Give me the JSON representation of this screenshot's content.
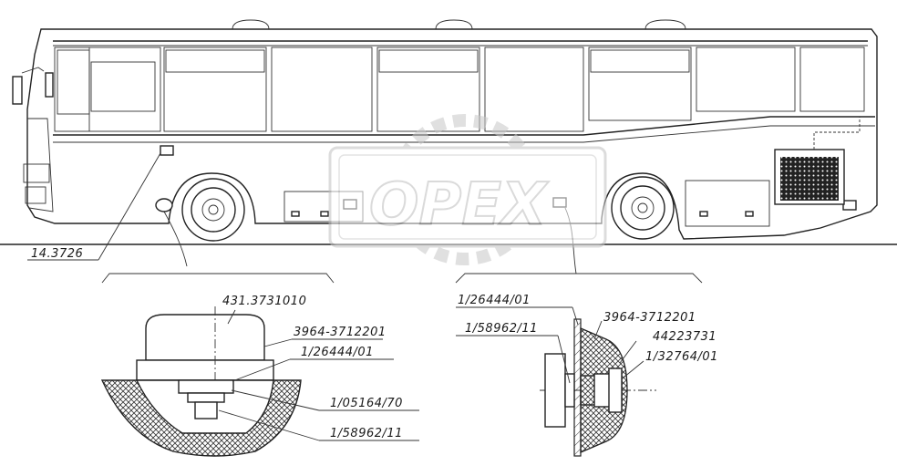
{
  "watermark": {
    "text": "OPEX"
  },
  "bus_view": {
    "callout": "14.3726"
  },
  "detail_left": {
    "labels": [
      "431.3731010",
      "3964-3712201",
      "1/26444/01",
      "1/05164/70",
      "1/58962/11"
    ]
  },
  "detail_right": {
    "labels": [
      "1/26444/01",
      "1/58962/11",
      "3964-3712201",
      "44223731",
      "1/32764/01"
    ]
  }
}
